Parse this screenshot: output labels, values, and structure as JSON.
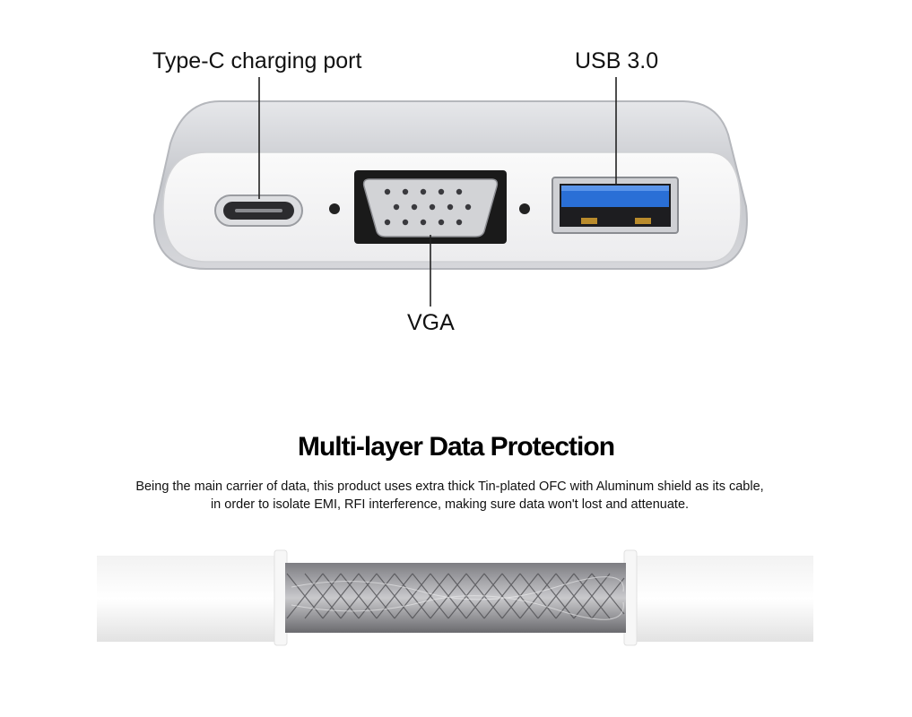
{
  "labels": {
    "typec_port": "Type-C charging port",
    "usb_port": "USB 3.0",
    "vga_port": "VGA"
  },
  "headline": "Multi-layer Data Protection",
  "body": {
    "line1": "Being the main carrier of data, this product uses extra thick Tin-plated OFC with Aluminum shield as its cable,",
    "line2": "in order to isolate EMI, RFI interference, making sure data won't lost and attenuate."
  },
  "colors": {
    "casing": "#c9cbd0",
    "usb_blue": "#2a6fd6",
    "vga_black": "#1a1a1a",
    "port_panel": "#f4f4f5"
  }
}
